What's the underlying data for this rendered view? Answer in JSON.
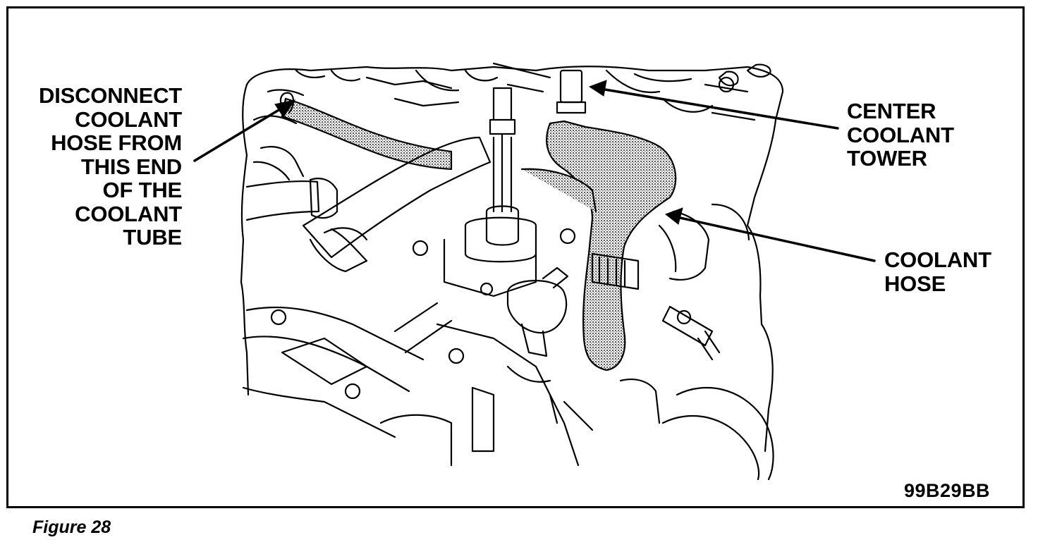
{
  "figure": {
    "caption": "Figure 28",
    "code": "99B29BB"
  },
  "callouts": {
    "disconnect": {
      "lines": [
        "DISCONNECT",
        "COOLANT",
        "HOSE FROM",
        "THIS END",
        "OF THE",
        "COOLANT",
        "TUBE"
      ]
    },
    "center_tower": {
      "lines": [
        "CENTER",
        "COOLANT",
        "TOWER"
      ]
    },
    "coolant_hose": {
      "lines": [
        "COOLANT",
        "HOSE"
      ]
    }
  },
  "colors": {
    "ink": "#000000",
    "paper": "#ffffff",
    "hose_stipple": "#9a9a9a"
  }
}
